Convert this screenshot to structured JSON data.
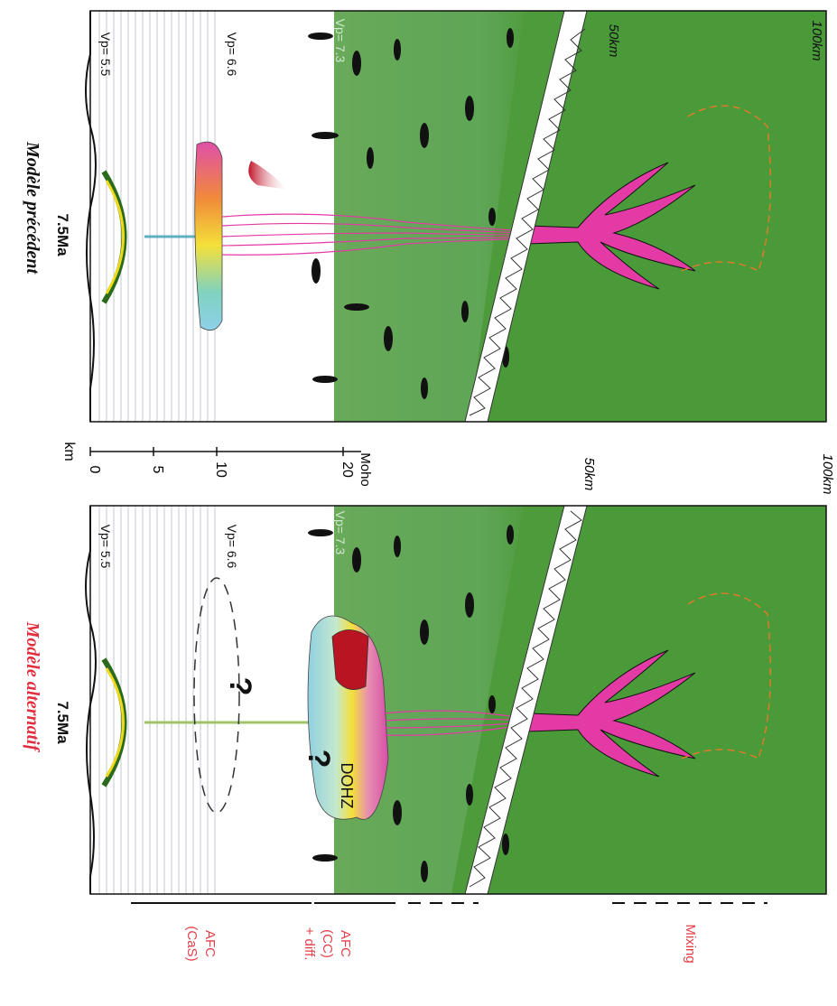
{
  "panels": {
    "top": {
      "title": "Modèle précédent",
      "age": "7.5Ma",
      "vp_upper": "Vp= 5.5",
      "vp_middle": "Vp= 6.6",
      "vp_lower": "Vp= 7.3",
      "depth_50": "50km",
      "depth_100": "100km"
    },
    "bottom": {
      "title": "Modèle alternatif",
      "age": "7.5Ma",
      "vp_upper": "Vp= 5.5",
      "vp_middle": "Vp= 6.6",
      "vp_lower": "Vp= 7.3",
      "question_upper": "?",
      "question_lower": "?",
      "dohz": "DOHZ"
    }
  },
  "depth_scale": {
    "unit": "km",
    "ticks": [
      "0",
      "5",
      "10",
      "20"
    ],
    "moho": "Moho",
    "depth_50": "50km",
    "depth_100": "100km"
  },
  "processes": [
    {
      "label_lines": [
        "AFC",
        "(CaS)"
      ],
      "style": "solid"
    },
    {
      "label_lines": [
        "AFC",
        "(CC)",
        "+ diff."
      ],
      "style": "solid+dashed"
    },
    {
      "label_lines": [
        "Mixing"
      ],
      "style": "dashed"
    }
  ],
  "colors": {
    "mantle": "#4a9a3a",
    "crust_blue": "#cfe6f3",
    "process_label": "#e2404a",
    "magma_pink": "#e43aa6",
    "title_red": "#e03040"
  }
}
